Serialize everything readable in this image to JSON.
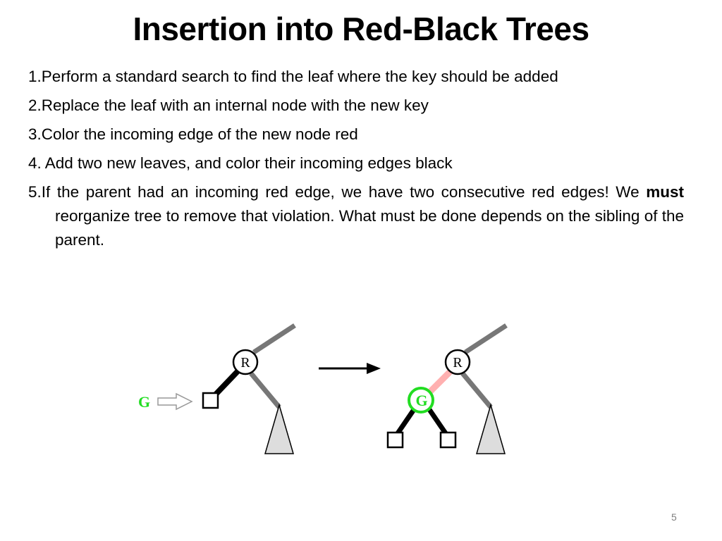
{
  "slide": {
    "title": "Insertion into Red-Black Trees",
    "steps": [
      "1.Perform a standard search to find the leaf where the key should be added",
      "2.Replace the leaf with an internal node with the new key",
      "3.Color the incoming edge of the new node red",
      "4. Add two new leaves, and color their incoming edges black"
    ],
    "step5": {
      "before": "5.If the parent had an incoming red edge, we have two consecutive red edges! We ",
      "bold": "must",
      "after": " reorganize tree to remove that violation. What must be done depends on the sibling of the parent."
    },
    "page_number": "5"
  },
  "diagram": {
    "before": {
      "parent_label": "R",
      "new_key_label": "G"
    },
    "after": {
      "parent_label": "R",
      "new_node_label": "G"
    },
    "colors": {
      "black_edge": "#000000",
      "gray_edge": "#777777",
      "red_edge": "#ffb0b0",
      "new_node": "#22dd22",
      "subtree_fill": "#dddddd"
    },
    "icons": [
      "arrow-right-icon",
      "hollow-arrow-icon"
    ]
  }
}
